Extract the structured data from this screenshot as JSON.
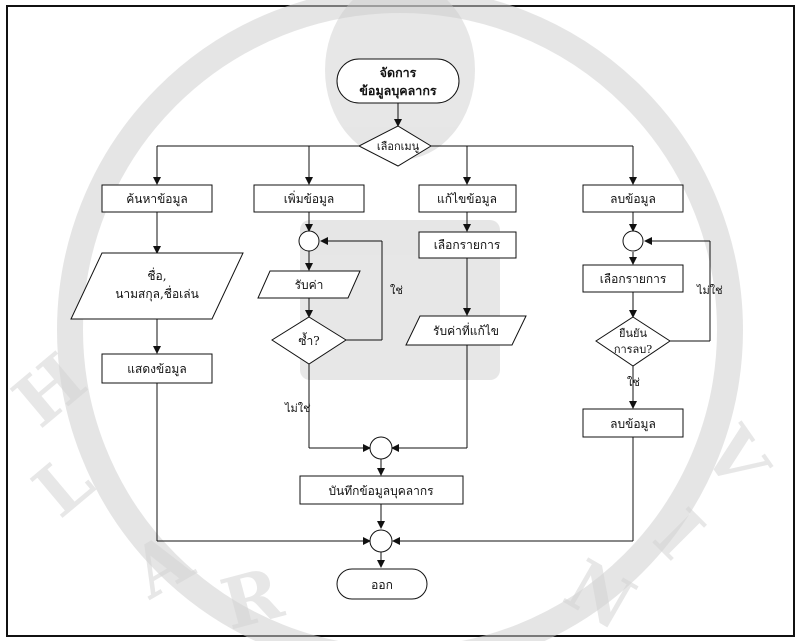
{
  "diagram": {
    "start_line1": "จัดการ",
    "start_line2": "ข้อมูลบุคลากร",
    "menu": "เลือกเมนู",
    "search": "ค้นหาข้อมูล",
    "search_input_line1": "ชื่อ,",
    "search_input_line2": "นามสกุล,ชื่อเล่น",
    "show": "แสดงข้อมูล",
    "add": "เพิ่มข้อมูล",
    "receive": "รับค่า",
    "duplicate": "ซ้ำ?",
    "yes": "ใช่",
    "no": "ไม่ใช่",
    "edit": "แก้ไขข้อมูล",
    "select_item": "เลือกรายการ",
    "receive_edit": "รับค่าที่แก้ไข",
    "delete": "ลบข้อมูล",
    "confirm_line1": "ยืนยัน",
    "confirm_line2": "การลบ?",
    "save": "บันทึกข้อมูลบุคลากร",
    "exit": "ออก"
  }
}
